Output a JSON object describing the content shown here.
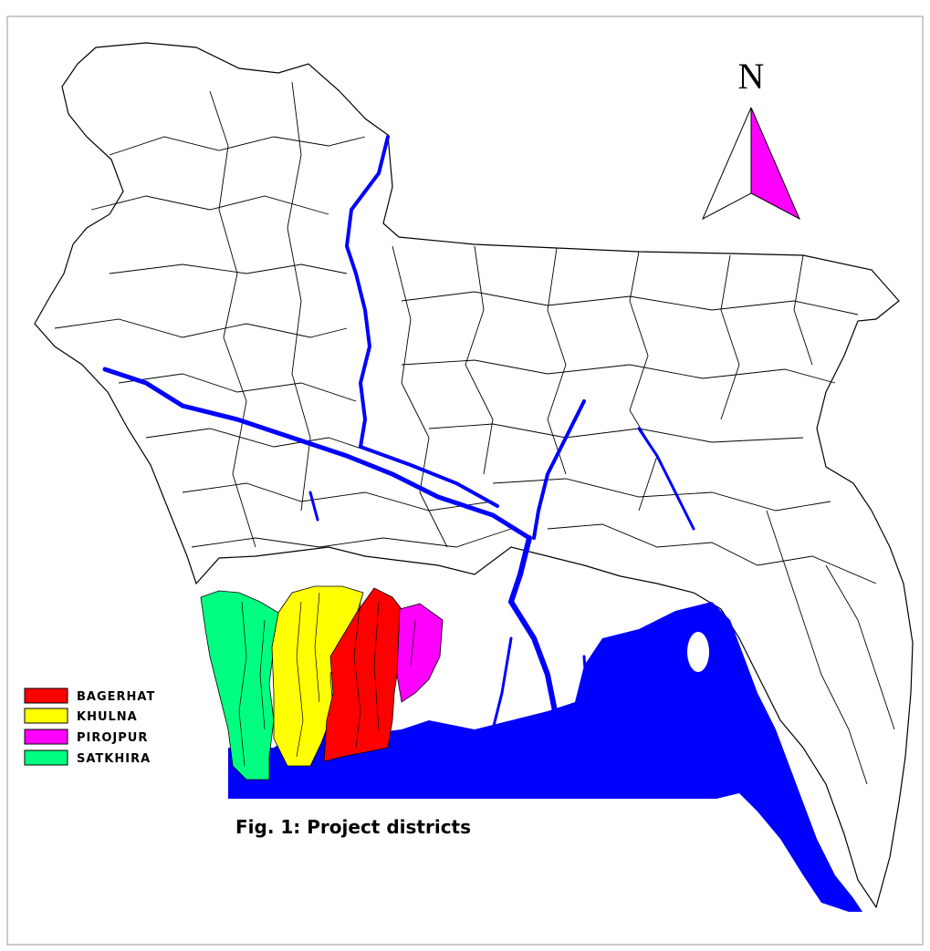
{
  "north_label": "N",
  "caption": "Fig. 1: Project districts",
  "legend": [
    {
      "label": "BAGERHAT",
      "color": "#ff0000"
    },
    {
      "label": "KHULNA",
      "color": "#ffff00"
    },
    {
      "label": "PIROJPUR",
      "color": "#ff00ff"
    },
    {
      "label": "SATKHIRA",
      "color": "#00ff80"
    }
  ],
  "colors": {
    "water": "#0000ff",
    "outline": "#000000",
    "north_fill": "#ff00ff"
  }
}
